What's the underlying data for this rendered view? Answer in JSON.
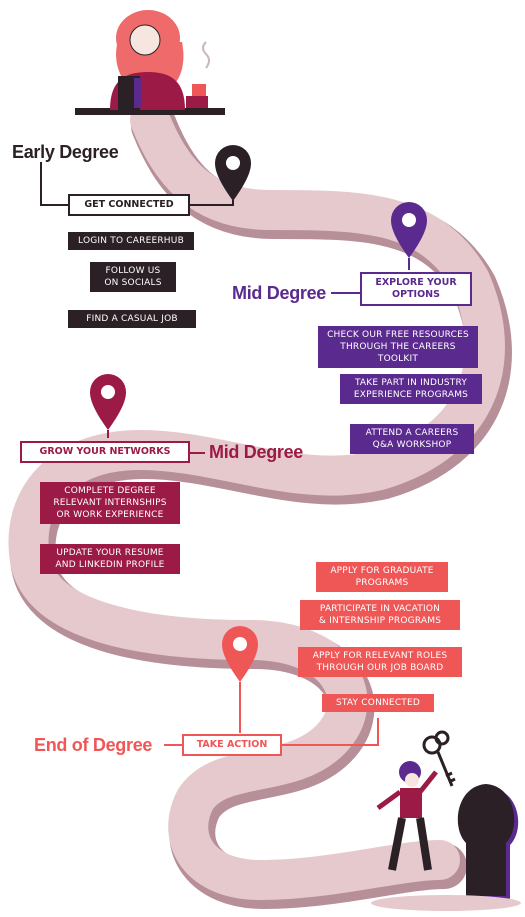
{
  "colors": {
    "path": "#e6c9cd",
    "path_shadow": "#b78f98",
    "dark": "#2a2025",
    "purple": "#5b2a8f",
    "crimson": "#9c1a46",
    "coral": "#ef5757"
  },
  "stages": {
    "early": {
      "label": "Early Degree",
      "heading": "GET CONNECTED",
      "items": [
        "LOGIN TO CAREERHUB",
        "FOLLOW US\nON SOCIALS",
        "FIND A CASUAL JOB"
      ],
      "pin_icon": "location-pin-icon"
    },
    "mid_explore": {
      "label": "Mid Degree",
      "heading": "EXPLORE YOUR\nOPTIONS",
      "items": [
        "CHECK OUR FREE RESOURCES\nTHROUGH THE CAREERS TOOLKIT",
        "TAKE PART IN INDUSTRY\nEXPERIENCE PROGRAMS",
        "ATTEND A CAREERS\nQ&A WORKSHOP"
      ],
      "pin_icon": "location-pin-icon"
    },
    "mid_network": {
      "label": "Mid Degree",
      "heading": "GROW YOUR NETWORKS",
      "items": [
        "COMPLETE DEGREE\nRELEVANT INTERNSHIPS\nOR WORK EXPERIENCE",
        "UPDATE YOUR RESUME\nAND LINKEDIN PROFILE"
      ],
      "pin_icon": "location-pin-icon"
    },
    "end": {
      "label": "End of Degree",
      "heading": "TAKE ACTION",
      "items": [
        "APPLY FOR GRADUATE\nPROGRAMS",
        "PARTICIPATE IN VACATION\n& INTERNSHIP PROGRAMS",
        "APPLY FOR RELEVANT ROLES\nTHROUGH OUR JOB BOARD",
        "STAY CONNECTED"
      ],
      "pin_icon": "location-pin-icon"
    }
  },
  "illustrations": {
    "top": "student-reading-illustration",
    "bottom": "student-with-key-illustration"
  }
}
